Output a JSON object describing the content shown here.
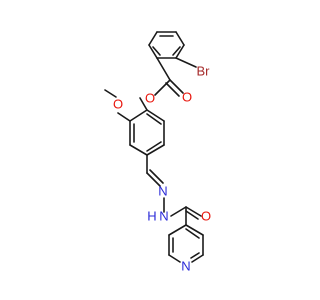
{
  "molecule": {
    "atom_labels": {
      "bromine": "Br",
      "ester_ether_oxygen": "O",
      "ester_carbonyl_oxygen": "O",
      "methoxy_oxygen": "O",
      "hydrazone_n_double": "N",
      "hydrazone_nh": "N",
      "hydrazone_nh_h": "H",
      "amide_oxygen": "O",
      "pyridine_nitrogen": "N"
    },
    "colors": {
      "bond": "#1a1a1a",
      "oxygen": "#e8150c",
      "nitrogen": "#2a2ad8",
      "bromine": "#a52a2a",
      "background": "#ffffff"
    }
  }
}
